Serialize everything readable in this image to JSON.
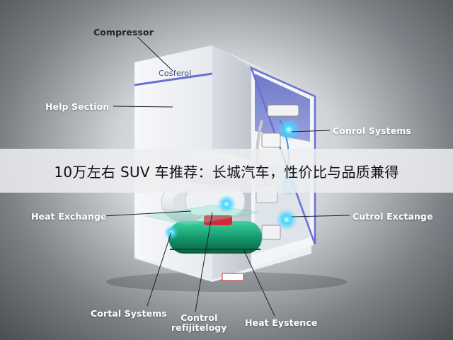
{
  "labels": {
    "compressor": "Compressor",
    "help_section": "Help Section",
    "control_systems": "Conrol Systems",
    "heat_exchange": "Heat Exchange",
    "control_exchange": "Cutrol Exctange",
    "cortal_systems": "Cortal Systems",
    "control_refrigeration": "Control\nrefijitelogy",
    "heat_eystence": "Heat Eystence"
  },
  "unit_brand": "Cosferol",
  "banner_text": "10万左右 SUV 车推荐：长城汽车，性价比与品质兼得"
}
